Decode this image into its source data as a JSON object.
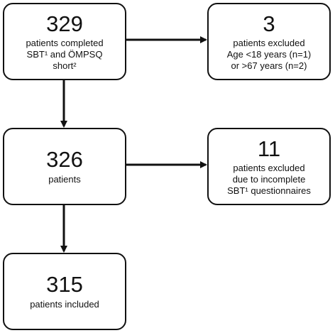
{
  "boxes": {
    "screened": {
      "number": "329",
      "lines": [
        "patients completed",
        "SBT¹ and ÖMPSQ",
        "short²"
      ]
    },
    "excluded_age": {
      "number": "3",
      "lines": [
        "patients excluded",
        "Age <18 years (n=1)",
        "or >67 years (n=2)"
      ]
    },
    "eligible": {
      "number": "326",
      "lines": [
        "patients"
      ]
    },
    "excluded_incomplete": {
      "number": "11",
      "lines": [
        "patients excluded",
        "due to incomplete",
        "SBT¹ questionnaires"
      ]
    },
    "included": {
      "number": "315",
      "lines": [
        "patients included"
      ]
    }
  },
  "colors": {
    "stroke": "#111111",
    "background": "#ffffff"
  }
}
